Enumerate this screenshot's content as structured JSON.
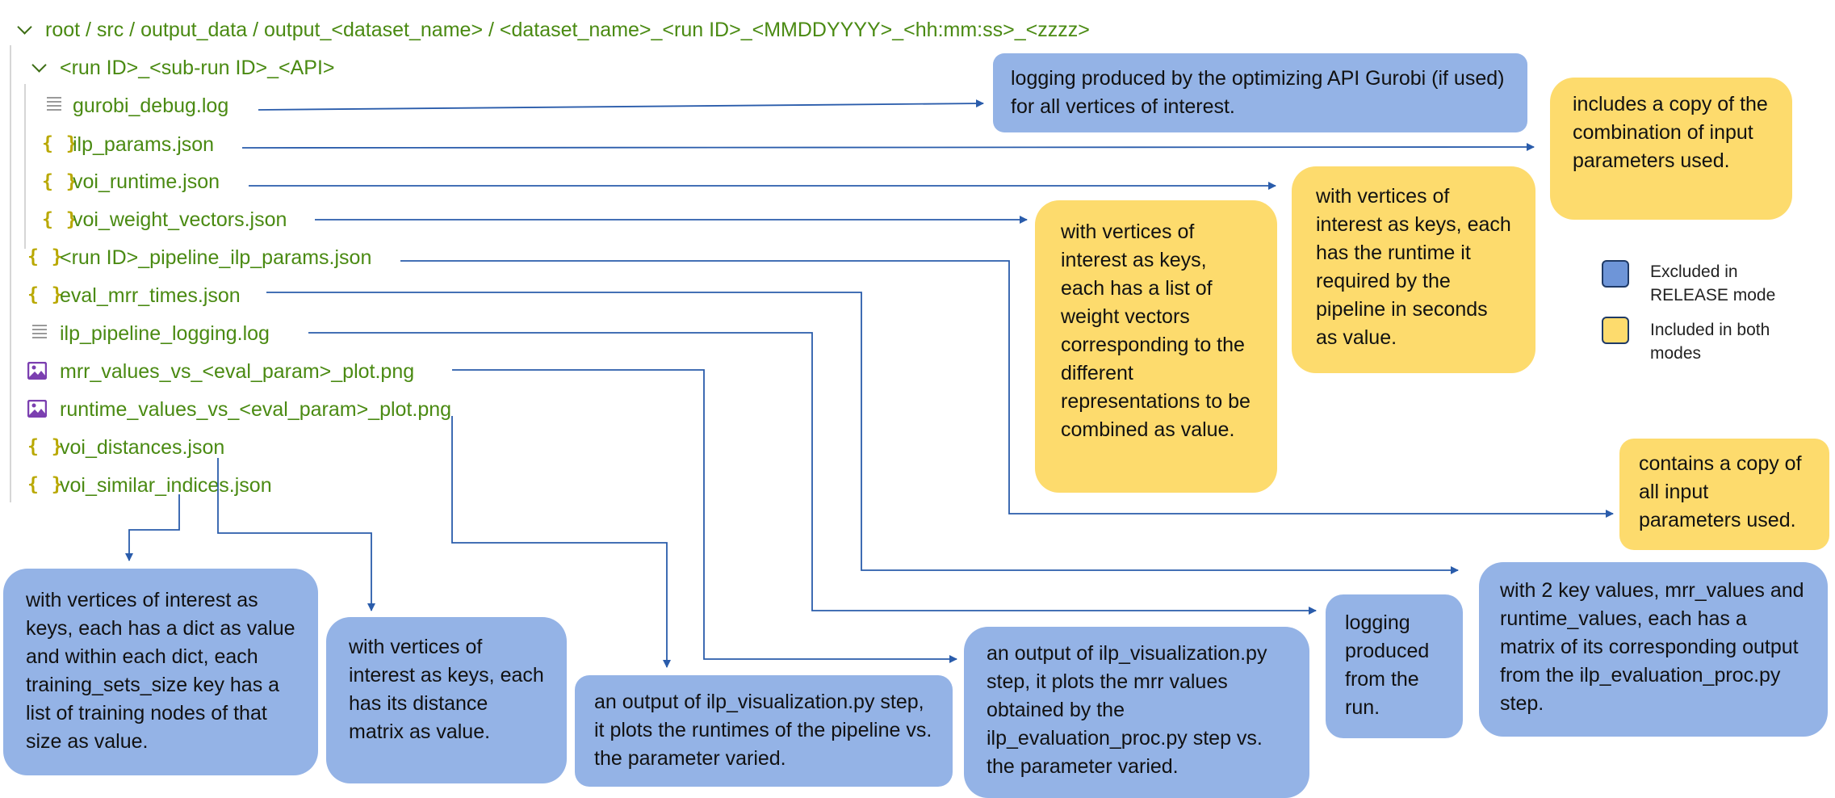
{
  "tree": {
    "root_path": "root / src / output_data / output_<dataset_name> / <dataset_name>_<run ID>_<MMDDYYYY>_<hh:mm:ss>_<zzzz>",
    "subrun_folder": "<run ID>_<sub-run ID>_<API>",
    "files": [
      {
        "name": "gurobi_debug.log",
        "icon": "log-file-icon"
      },
      {
        "name": "ilp_params.json",
        "icon": "json-braces-icon"
      },
      {
        "name": "voi_runtime.json",
        "icon": "json-braces-icon"
      },
      {
        "name": "voi_weight_vectors.json",
        "icon": "json-braces-icon"
      },
      {
        "name": "<run ID>_pipeline_ilp_params.json",
        "icon": "json-braces-icon"
      },
      {
        "name": "eval_mrr_times.json",
        "icon": "json-braces-icon"
      },
      {
        "name": "ilp_pipeline_logging.log",
        "icon": "log-file-icon"
      },
      {
        "name": "mrr_values_vs_<eval_param>_plot.png",
        "icon": "image-file-icon"
      },
      {
        "name": "runtime_values_vs_<eval_param>_plot.png",
        "icon": "image-file-icon"
      },
      {
        "name": "voi_distances.json",
        "icon": "json-braces-icon"
      },
      {
        "name": "voi_similar_indices.json",
        "icon": "json-braces-icon"
      }
    ],
    "json_icon_glyph": "{ }"
  },
  "descriptions": {
    "gurobi_debug": "logging produced by the optimizing API Gurobi (if used) for all vertices of interest.",
    "ilp_params": "includes a copy of the combination of input parameters used.",
    "voi_runtime": "with vertices of interest as keys, each has the runtime it required by the pipeline in seconds as value.",
    "voi_weight_vectors": "with vertices of interest as keys, each has a list of weight vectors corresponding to the different representations to be combined as value.",
    "pipeline_ilp_params": "contains a copy of all input parameters used.",
    "eval_mrr_times": "with 2 key values, mrr_values and runtime_values, each has a matrix of its corresponding output from the ilp_evaluation_proc.py step.",
    "ilp_pipeline_logging": "logging produced from the run.",
    "mrr_plot": "an output of ilp_visualization.py step, it plots the mrr values obtained by the ilp_evaluation_proc.py step vs. the parameter varied.",
    "runtime_plot": "an output of ilp_visualization.py step, it plots the runtimes of the pipeline vs. the parameter varied.",
    "voi_distances": "with vertices of interest as keys, each has its distance matrix as value.",
    "voi_similar_indices": "with vertices of interest as keys, each has a dict as value and within each dict, each training_sets_size key has a list of training nodes of that size as value."
  },
  "legend": {
    "excluded": "Excluded in RELEASE mode",
    "included": "Included in both modes"
  },
  "colors": {
    "blue_box": "#94b3e6",
    "yellow_box": "#fddb6d",
    "tree_text": "#4a8a12",
    "arrow": "#2a5cab",
    "json_icon": "#b9a800",
    "png_icon": "#7b3fb0"
  }
}
